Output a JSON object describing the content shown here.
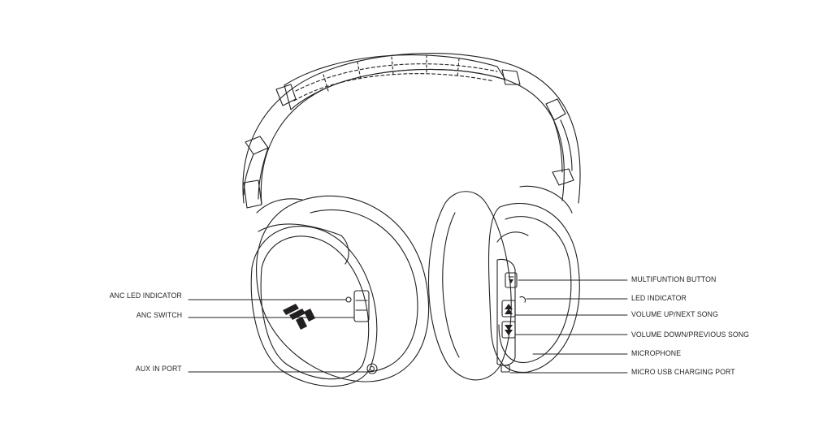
{
  "labels": {
    "anc_led_indicator": "ANC LED INDICATOR",
    "anc_switch": "ANC SWITCH",
    "aux_in_port": "AUX IN PORT",
    "multifunction_button": "MULTIFUNTION BUTTON",
    "led_indicator": "LED INDICATOR",
    "volume_up": "VOLUME UP/NEXT SONG",
    "volume_down": "VOLUME DOWN/PREVIOUS SONG",
    "microphone": "MICROPHONE",
    "micro_usb": "MICRO USB CHARGING PORT"
  },
  "colors": {
    "line": "#231f20",
    "background": "#ffffff"
  },
  "icons": [
    "headphones-illustration",
    "brand-logo-icon",
    "play-pause-icon",
    "volume-up-icon",
    "volume-down-icon"
  ]
}
